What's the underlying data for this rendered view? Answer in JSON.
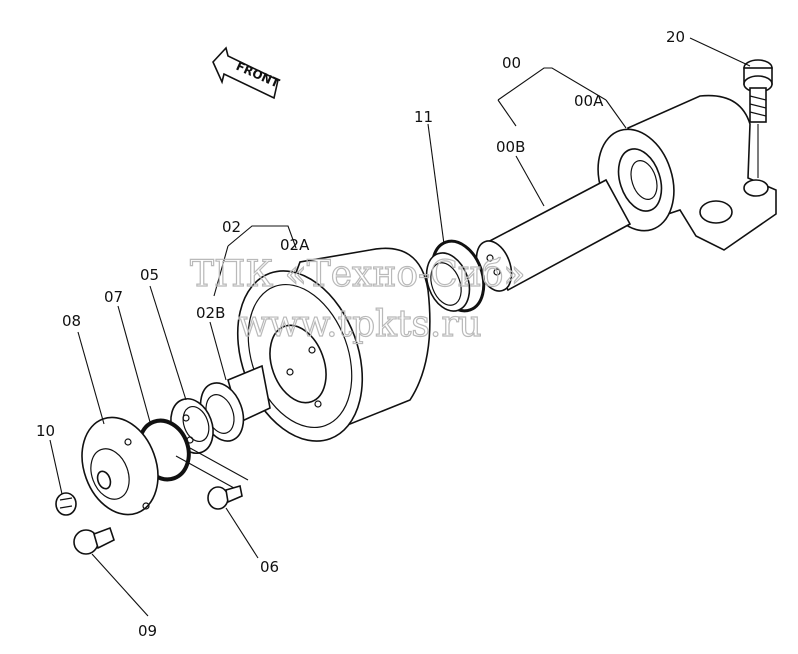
{
  "watermark": {
    "line1": "ТПК «Техно-Сиб»",
    "line2": "www.tpkts.ru"
  },
  "front_label": "FRONT",
  "callouts": {
    "c00": "00",
    "c00A": "00A",
    "c00B": "00B",
    "c02": "02",
    "c02A": "02A",
    "c02B": "02B",
    "c05": "05",
    "c06": "06",
    "c07": "07",
    "c08": "08",
    "c09": "09",
    "c10": "10",
    "c11": "11",
    "c20": "20"
  }
}
